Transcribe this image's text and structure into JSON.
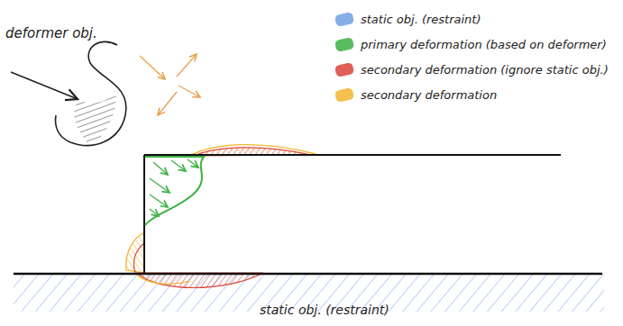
{
  "diagram": {
    "labels": [
      "deformer obj.",
      "static obj. (restraint)"
    ],
    "legend": [
      {
        "text": "static obj. (restraint)",
        "color": "#6fa0e0"
      },
      {
        "text": "primary deformation (based on deformer)",
        "color": "#3cb043"
      },
      {
        "text": "secondary deformation (ignore static obj.)",
        "color": "#d9443a"
      },
      {
        "text": "secondary deformation",
        "color": "#f2b632"
      }
    ]
  }
}
